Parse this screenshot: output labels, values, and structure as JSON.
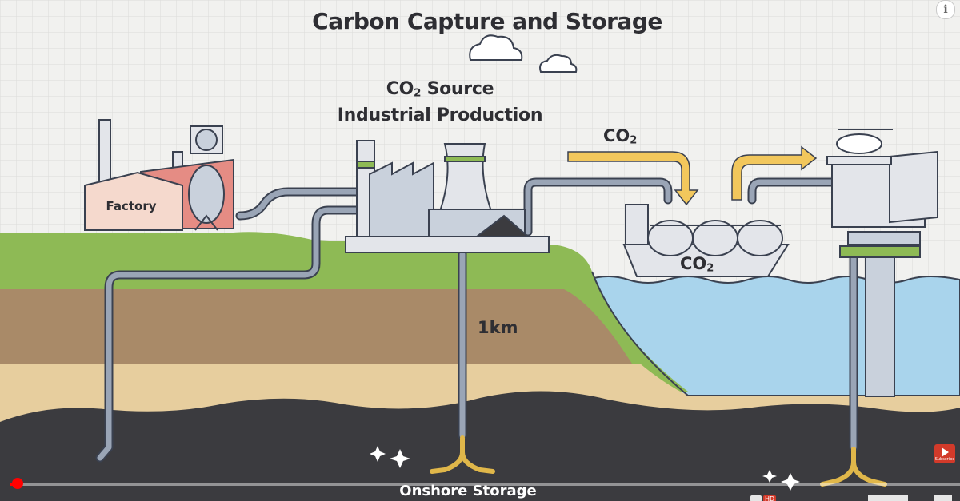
{
  "video": {
    "title": "Carbon Capture and Storage",
    "source_line1": "CO",
    "source_sub": "2",
    "source_line1_rest": " Source",
    "source_line2": "Industrial Production",
    "factory_label": "Factory",
    "co2_arrow_label": "CO",
    "co2_arrow_sub": "2",
    "co2_ship_label": "CO",
    "co2_ship_sub": "2",
    "depth_label": "1km",
    "caption": "Onshore Storage"
  },
  "player": {
    "info_icon_text": "i",
    "subscribe_text": "Subscribe",
    "hd_badge": "HD",
    "progress_fraction": 0.012
  },
  "colors": {
    "sky_grid": "#e9e9e7",
    "grass": "#8eba55",
    "soil": "#a98a68",
    "sand": "#e7ce9e",
    "rock": "#3b3b3f",
    "water": "#a9d4ec",
    "pipe": "#9aa5b6",
    "arrow": "#f2c75c",
    "progress": "#ff0000"
  }
}
